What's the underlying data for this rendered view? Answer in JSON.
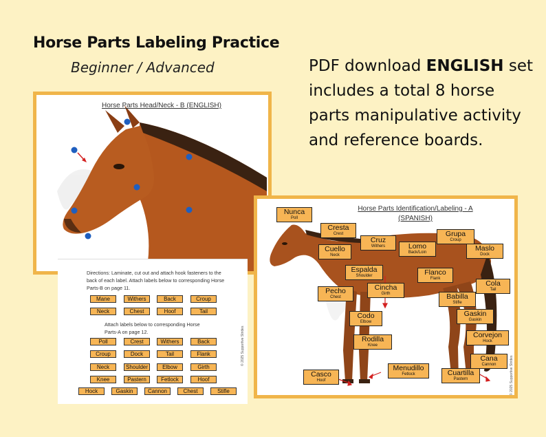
{
  "header": {
    "title": "Horse Parts Labeling Practice",
    "subtitle": "Beginner / Advanced"
  },
  "description": {
    "part1": "PDF download ",
    "bold": "ENGLISH",
    "part2": " set includes a total 8 horse parts manipulative activity and reference boards."
  },
  "card_head": {
    "title": "Horse Parts Head/Neck - B (ENGLISH)"
  },
  "card_labels": {
    "directions1": "Directions: Laminate, cut out and attach hook fasteners to the back of each label. Attach labels below to corresponding Horse Parts-B on page 11.",
    "directions2": "Attach labels below to corresponding Horse Parts-A on page 12.",
    "side_text": "© 2025 Supportive Strides",
    "labels_b": [
      "Mane",
      "Withers",
      "Back",
      "Croup",
      "Neck",
      "Chest",
      "Hoof",
      "Tail"
    ],
    "labels_a": [
      "Poll",
      "Crest",
      "Withers",
      "Back",
      "Croup",
      "Dock",
      "Tail",
      "Flank",
      "Neck",
      "Shoulder",
      "Elbow",
      "Girth",
      "Knee",
      "Pastern",
      "Fetlock",
      "Hoof",
      "Hock",
      "Gaskin",
      "Cannon",
      "Chest",
      "Stifle"
    ]
  },
  "card_spanish": {
    "title": "Horse Parts Identification/Labeling - A (SPANISH)",
    "side_text": "© 2025 Supportive Strides",
    "tags": [
      {
        "es": "Nunca",
        "en": "Poll"
      },
      {
        "es": "Cresta",
        "en": "Crest"
      },
      {
        "es": "Cruz",
        "en": "Withers"
      },
      {
        "es": "Grupa",
        "en": "Croup"
      },
      {
        "es": "Cuello",
        "en": "Neck"
      },
      {
        "es": "Lomo",
        "en": "Back/Loin"
      },
      {
        "es": "Maslo",
        "en": "Dock"
      },
      {
        "es": "Espalda",
        "en": "Shoulder"
      },
      {
        "es": "Flanco",
        "en": "Flank"
      },
      {
        "es": "Pecho",
        "en": "Chest"
      },
      {
        "es": "Cincha",
        "en": "Girth"
      },
      {
        "es": "Babilla",
        "en": "Stifle"
      },
      {
        "es": "Cola",
        "en": "Tail"
      },
      {
        "es": "Codo",
        "en": "Elbow"
      },
      {
        "es": "Gaskin",
        "en": "Gaskin"
      },
      {
        "es": "Corvejon",
        "en": "Hock"
      },
      {
        "es": "Rodilla",
        "en": "Knee"
      },
      {
        "es": "Cana",
        "en": "Cannon"
      },
      {
        "es": "Menudillo",
        "en": "Fetlock"
      },
      {
        "es": "Casco",
        "en": "Hoof"
      },
      {
        "es": "Cuartilla",
        "en": "Pastern"
      }
    ]
  },
  "colors": {
    "background": "#fdf2c4",
    "border": "#f0b54a",
    "label": "#f7b555",
    "dot": "#1f5fbf",
    "arrow": "#d32020"
  },
  "icons": [
    "horse-head-illustration",
    "horse-body-illustration",
    "blue-dot-marker",
    "red-arrow"
  ]
}
